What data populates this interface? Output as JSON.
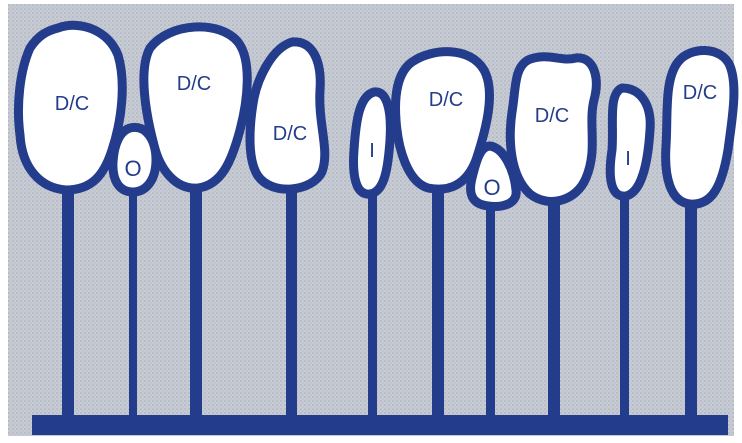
{
  "colors": {
    "ink": "#243c8c",
    "paper": "#ffffff",
    "background": "#c7cbd3",
    "background_dots": "#aeb3be"
  },
  "shapes": [
    {
      "id": "s1",
      "label": "D/C"
    },
    {
      "id": "s2",
      "label": "O"
    },
    {
      "id": "s3",
      "label": "D/C"
    },
    {
      "id": "s4",
      "label": "D/C"
    },
    {
      "id": "s5",
      "label": "I"
    },
    {
      "id": "s6",
      "label": "D/C"
    },
    {
      "id": "s7",
      "label": "O"
    },
    {
      "id": "s8",
      "label": "D/C"
    },
    {
      "id": "s9",
      "label": "I"
    },
    {
      "id": "s10",
      "label": "D/C"
    }
  ]
}
